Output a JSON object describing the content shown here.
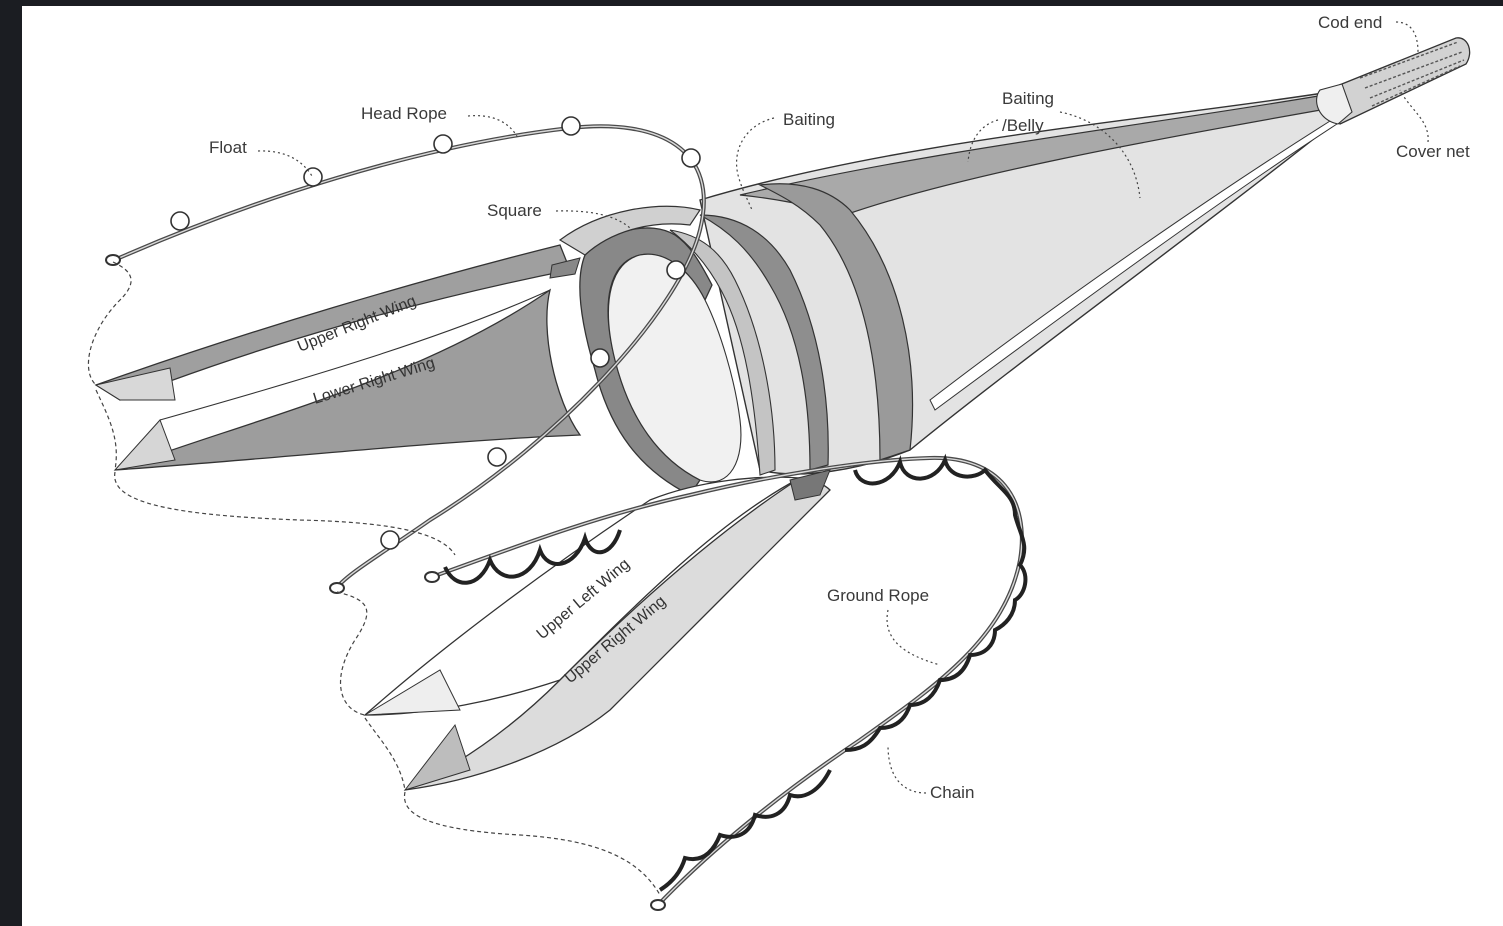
{
  "colors": {
    "background": "#1b1d22",
    "panel": "#ffffff",
    "net_light": "#e3e3e3",
    "net_mid": "#b9b9b9",
    "net_dark": "#8e8e8e",
    "line": "#333333"
  },
  "labels": {
    "cod_end": "Cod end",
    "cover_net": "Cover net",
    "baiting_belly_1": "Baiting",
    "baiting_belly_2": "/Belly",
    "baiting": "Baiting",
    "head_rope": "Head Rope",
    "float": "Float",
    "square": "Square",
    "ground_rope": "Ground Rope",
    "chain": "Chain"
  },
  "wings": {
    "upper_right_top": "Upper Right Wing",
    "lower_right": "Lower Right Wing",
    "upper_left": "Upper Left Wing",
    "upper_right_bottom": "Upper Right Wing"
  }
}
